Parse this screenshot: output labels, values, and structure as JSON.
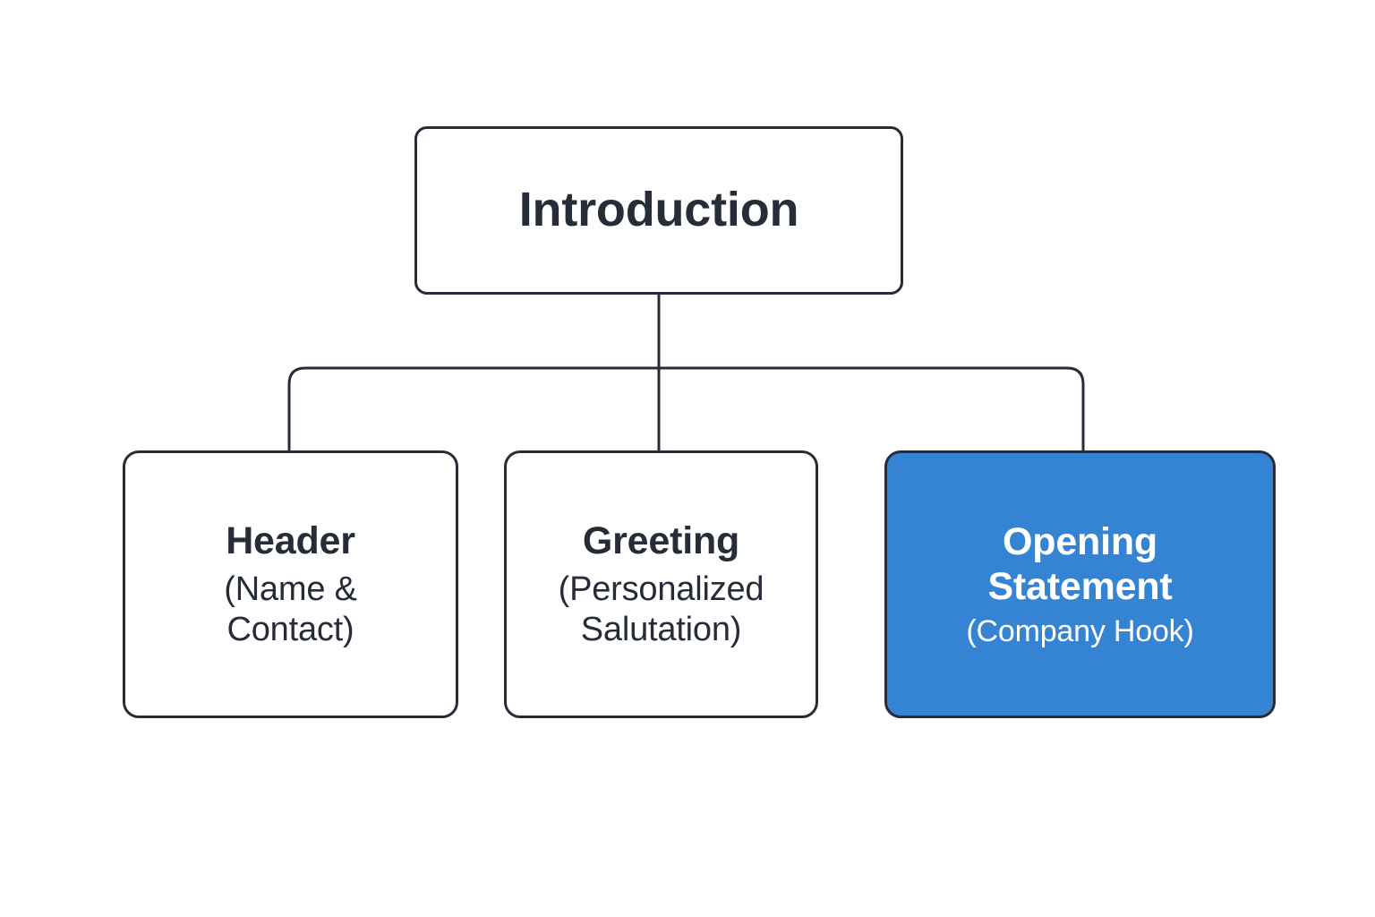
{
  "diagram": {
    "type": "hierarchy-tree",
    "title": "Introduction",
    "background_color": "#ffffff",
    "line_color": "#262d38",
    "highlight_color": "#3583d3",
    "text_color": "#262d38",
    "highlight_text_color": "#ffffff",
    "root": {
      "label": "Introduction",
      "subtitle": "",
      "highlighted": false
    },
    "children": [
      {
        "label": "Header",
        "subtitle": "(Name & Contact)",
        "highlighted": false
      },
      {
        "label": "Greeting",
        "subtitle": "(Personalized Salutation)",
        "highlighted": false
      },
      {
        "label": "Opening Statement",
        "subtitle": "(Company Hook)",
        "highlighted": true
      }
    ]
  }
}
